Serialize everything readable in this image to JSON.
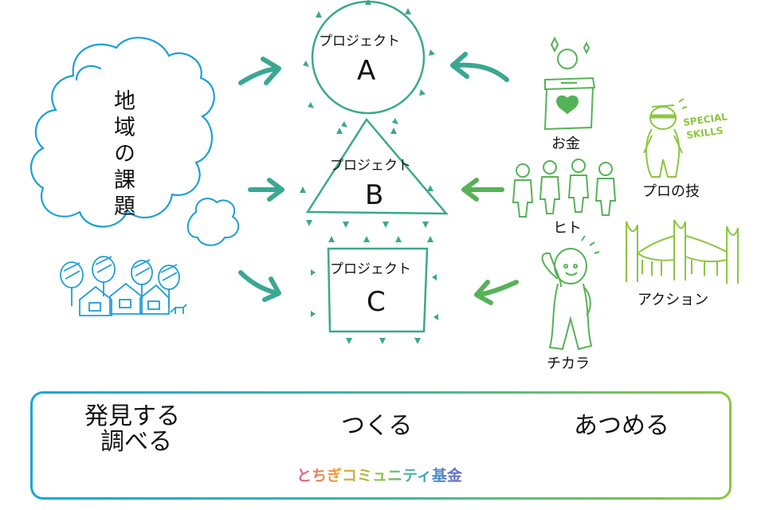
{
  "issue": {
    "label": "地域の課題"
  },
  "projects": [
    {
      "label": "プロジェクト",
      "letter": "A"
    },
    {
      "label": "プロジェクト",
      "letter": "B"
    },
    {
      "label": "プロジェクト",
      "letter": "C"
    }
  ],
  "resources": {
    "money": "お金",
    "people": "ヒト",
    "power": "チカラ",
    "pro_skill": "プロの技",
    "action": "アクション",
    "special_skills_line1": "SPECIAL",
    "special_skills_line2": "SKILLS"
  },
  "cycle": {
    "step1_line1": "発見する",
    "step1_line2": "調べる",
    "step2": "つくる",
    "step3": "あつめる"
  },
  "logo": {
    "text": "とちぎコミュニティ基金"
  },
  "colors": {
    "blue": "#1e9fd6",
    "teal": "#3aa98c",
    "green": "#6dbb45",
    "arrow_teal": "#3aa792",
    "arrow_green": "#56b257"
  }
}
